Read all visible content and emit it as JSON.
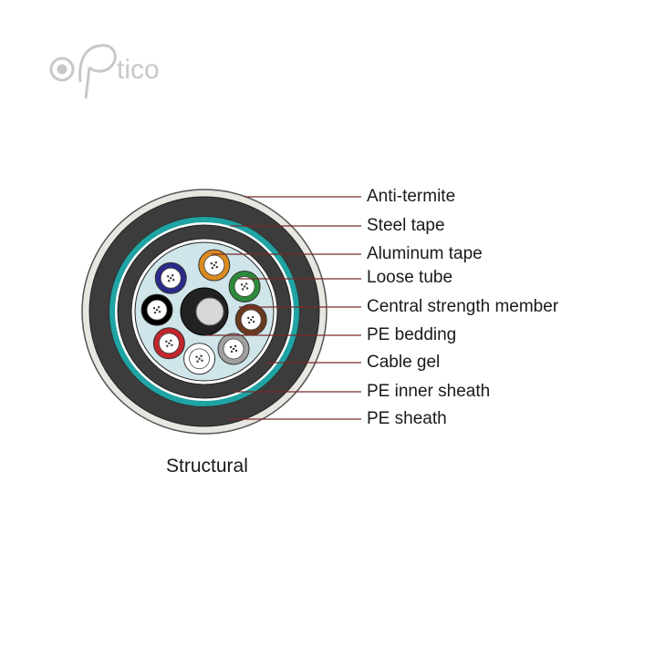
{
  "logo": {
    "text": "tico",
    "brand_color": "#c8c8c8"
  },
  "caption": "Structural",
  "labels": [
    "Anti-termite",
    "Steel tape",
    "Aluminum tape",
    "Loose tube",
    "Central strength member",
    "PE bedding",
    "Cable gel",
    "PE inner sheath",
    "PE sheath"
  ],
  "colors": {
    "leader": "#7a2a2a",
    "outer_sheath": "#e8e6e0",
    "steel_tape": "#3c3c3c",
    "teal_ring": "#1fa3a3",
    "gel": "#cfe5ea",
    "tube_colors": [
      "#d98a20",
      "#2d8a3a",
      "#6b3a1e",
      "#a0a0a0",
      "#ffffff",
      "#c0262b",
      "#000000",
      "#2a2a8a"
    ]
  }
}
